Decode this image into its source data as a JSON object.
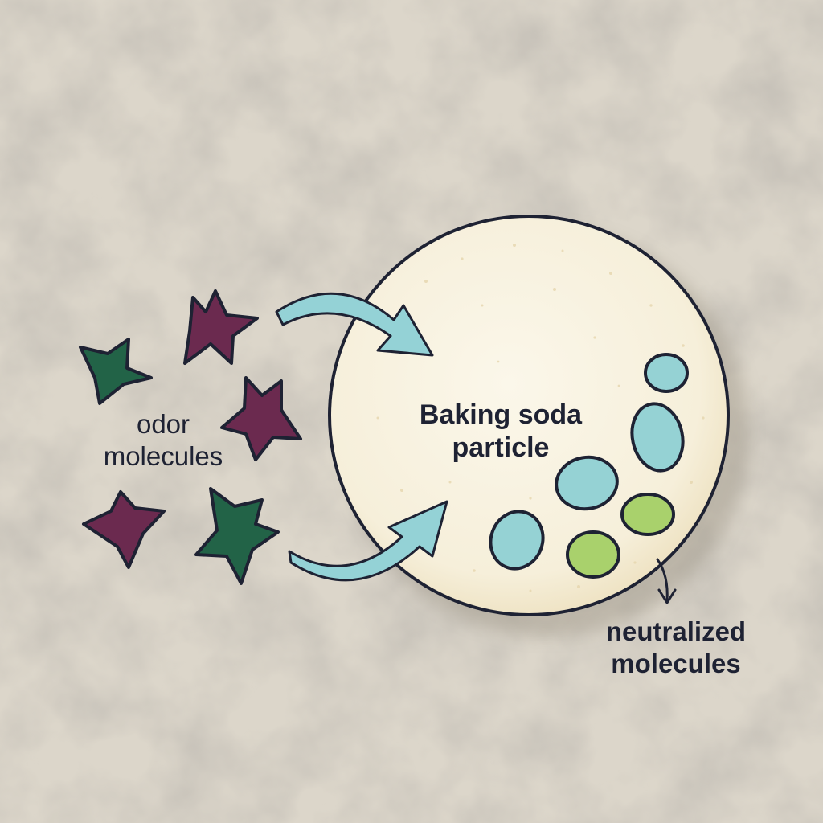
{
  "labels": {
    "odor": [
      "odor",
      "molecules"
    ],
    "particle": [
      "Baking soda",
      "particle"
    ],
    "neutralized": [
      "neutralized",
      "molecules"
    ]
  },
  "odor_molecules": [
    {
      "shape": "star",
      "color": "purple"
    },
    {
      "shape": "star",
      "color": "green"
    },
    {
      "shape": "star",
      "color": "purple"
    },
    {
      "shape": "star",
      "color": "purple"
    },
    {
      "shape": "star",
      "color": "green"
    }
  ],
  "neutralized_molecules": [
    {
      "color": "blue"
    },
    {
      "color": "blue"
    },
    {
      "color": "blue"
    },
    {
      "color": "blue"
    },
    {
      "color": "green"
    },
    {
      "color": "green"
    }
  ],
  "colors": {
    "background": "#d8d2c6",
    "particle_fill": "#f8f3e2",
    "outline": "#1e2233",
    "odor_purple": "#6b2a4f",
    "odor_green": "#226347",
    "arrow": "#94d2d6",
    "neutral_blue": "#95d2d4",
    "neutral_green": "#a9d16c",
    "text": "#1e2233"
  }
}
